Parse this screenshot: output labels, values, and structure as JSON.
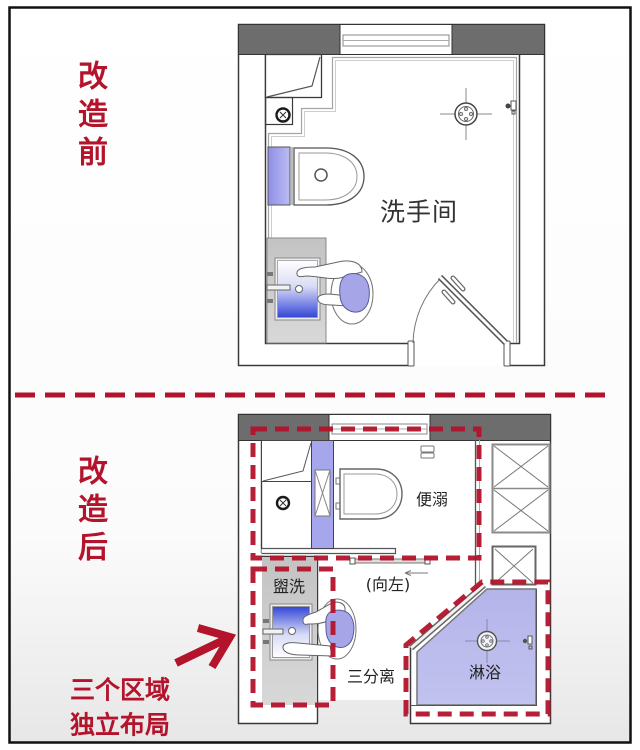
{
  "before": {
    "title": "改造前",
    "room_label": "洗手间"
  },
  "after": {
    "title": "改造后",
    "zones": {
      "toilet": {
        "label": "便溺"
      },
      "vanity": {
        "label": "盥洗"
      },
      "shower": {
        "label": "淋浴"
      }
    },
    "sliding_door_direction": "(向左)",
    "separation_note": "三分离"
  },
  "callout": {
    "lines": [
      "三个区域",
      "独立布局"
    ]
  },
  "icons": [
    "window-icon",
    "shaft-icon",
    "pipe-icon",
    "toilet-icon",
    "sink-icon",
    "person-icon",
    "floor-drain-icon",
    "swing-door-icon",
    "sliding-door-icon",
    "direction-arrow-icon",
    "glass-block-icon",
    "callout-arrow-icon"
  ],
  "colors": {
    "accent_red": "#b3132b",
    "wall_gray": "#6d6d6d",
    "fixture_blue": "#a6a6ec",
    "shower_fill": "#b9b9ec",
    "counter_gray": "#c8c8c8"
  }
}
